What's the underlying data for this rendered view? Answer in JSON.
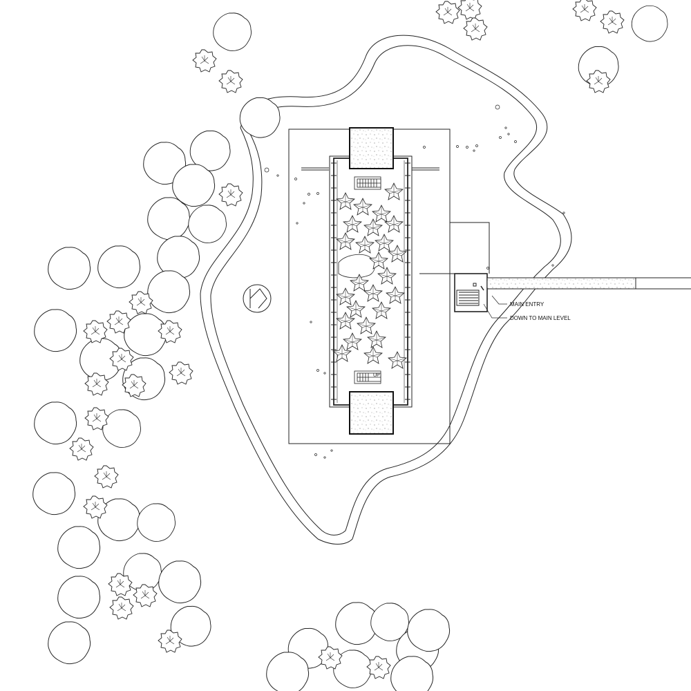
{
  "annotations": {
    "main_entry": "MAIN ENTRY",
    "down_to_main_level": "DOWN TO MAIN LEVEL",
    "stair_up": "UP"
  },
  "colors": {
    "line": "#222222",
    "background": "#ffffff"
  },
  "icons": {
    "north_arrow": "north-arrow-icon",
    "tree": "tree-canopy-icon",
    "shrub": "shrub-icon"
  }
}
